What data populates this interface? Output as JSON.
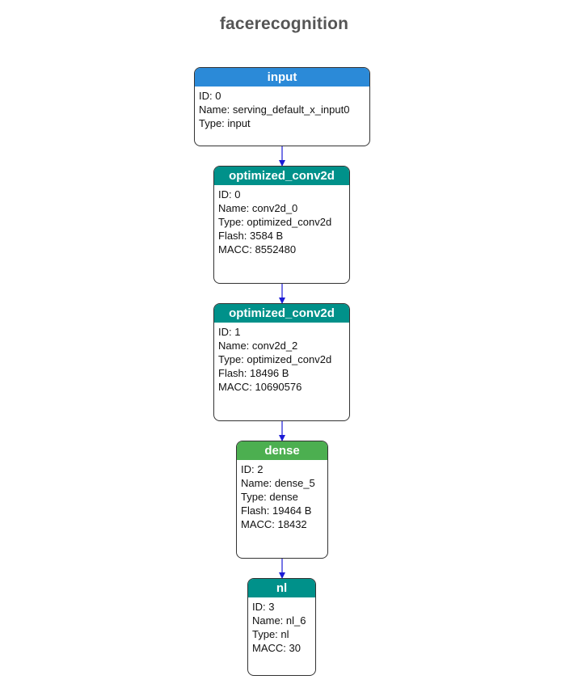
{
  "title": "facerecognition",
  "colors": {
    "input": "#2b8ad8",
    "optimized_conv2d": "#00918a",
    "dense": "#4caf50",
    "nl": "#00918a",
    "edge": "#1b1bd6"
  },
  "nodes": [
    {
      "header": "input",
      "kind": "input",
      "rows": [
        {
          "label": "ID: ",
          "value": "0"
        },
        {
          "label": "Name: ",
          "value": "serving_default_x_input0"
        },
        {
          "label": "Type: ",
          "value": "input"
        }
      ]
    },
    {
      "header": "optimized_conv2d",
      "kind": "optimized_conv2d",
      "rows": [
        {
          "label": "ID: ",
          "value": "0"
        },
        {
          "label": "Name: ",
          "value": "conv2d_0"
        },
        {
          "label": "Type: ",
          "value": "optimized_conv2d"
        },
        {
          "label": "Flash: ",
          "value": "3584 B"
        },
        {
          "label": "MACC: ",
          "value": "8552480"
        }
      ]
    },
    {
      "header": "optimized_conv2d",
      "kind": "optimized_conv2d",
      "rows": [
        {
          "label": "ID: ",
          "value": "1"
        },
        {
          "label": "Name: ",
          "value": "conv2d_2"
        },
        {
          "label": "Type: ",
          "value": "optimized_conv2d"
        },
        {
          "label": "Flash: ",
          "value": "18496 B"
        },
        {
          "label": "MACC: ",
          "value": "10690576"
        }
      ]
    },
    {
      "header": "dense",
      "kind": "dense",
      "rows": [
        {
          "label": "ID: ",
          "value": "2"
        },
        {
          "label": "Name: ",
          "value": "dense_5"
        },
        {
          "label": "Type: ",
          "value": "dense"
        },
        {
          "label": "Flash: ",
          "value": "19464 B"
        },
        {
          "label": "MACC: ",
          "value": "18432"
        }
      ]
    },
    {
      "header": "nl",
      "kind": "nl",
      "rows": [
        {
          "label": "ID: ",
          "value": "3"
        },
        {
          "label": "Name: ",
          "value": "nl_6"
        },
        {
          "label": "Type: ",
          "value": "nl"
        },
        {
          "label": "MACC: ",
          "value": "30"
        }
      ]
    }
  ]
}
